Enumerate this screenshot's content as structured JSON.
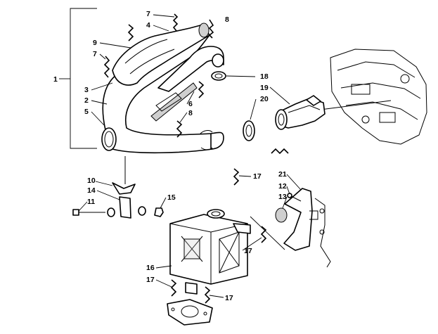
{
  "callouts": {
    "c1": "1",
    "c2": "2",
    "c3": "3",
    "c4": "4",
    "c5": "5",
    "c6": "6",
    "c7a": "7",
    "c7b": "7",
    "c8a": "8",
    "c8b": "8",
    "c9": "9",
    "c10": "10",
    "c11": "11",
    "c12": "12",
    "c13": "13",
    "c14": "14",
    "c15": "15",
    "c16": "16",
    "c17a": "17",
    "c17b": "17",
    "c17c": "17",
    "c17d": "17",
    "c18": "18",
    "c19": "19",
    "c20": "20",
    "c21": "21"
  }
}
